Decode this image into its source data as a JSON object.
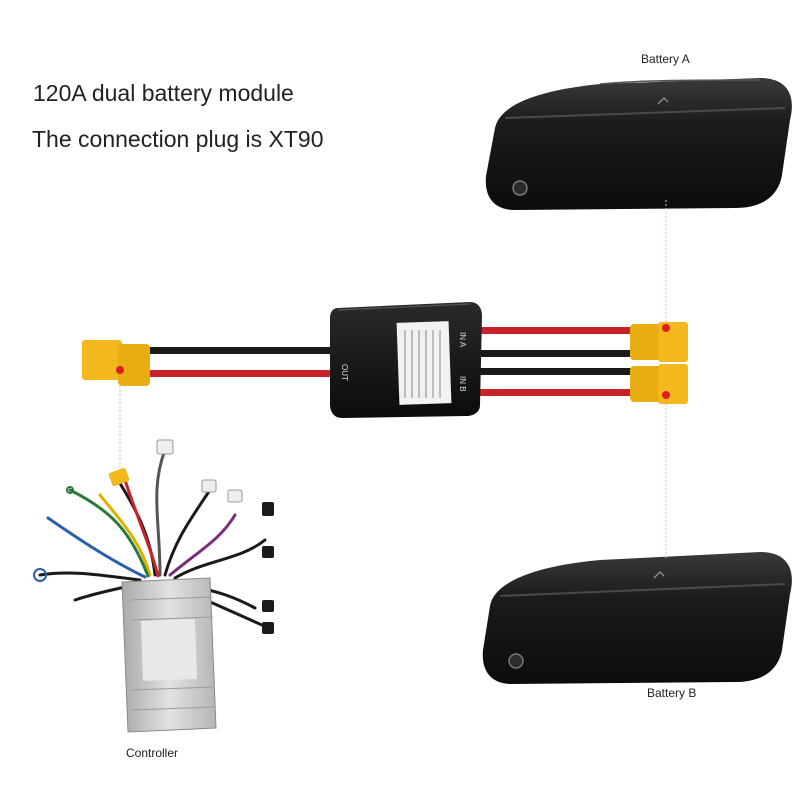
{
  "title": "120A dual battery module",
  "subtitle": "The connection plug is XT90",
  "labels": {
    "battery_a": "Battery A",
    "battery_b": "Battery B",
    "controller": "Controller"
  },
  "module": {
    "out_port": "OUT",
    "in_port_a": "IN A",
    "in_port_b": "IN B"
  },
  "colors": {
    "connector_yellow": "#f3b81e",
    "wire_red": "#c8232b",
    "wire_black": "#1a1a1a",
    "battery_body": "#141414",
    "controller_silver": "#c9c9c9",
    "marker_red": "#e11b22"
  },
  "icons": {
    "battery_a": "battery-pack-icon",
    "battery_b": "battery-pack-icon",
    "module": "dual-battery-module-icon",
    "controller": "motor-controller-icon",
    "connector": "xt90-connector-icon"
  }
}
